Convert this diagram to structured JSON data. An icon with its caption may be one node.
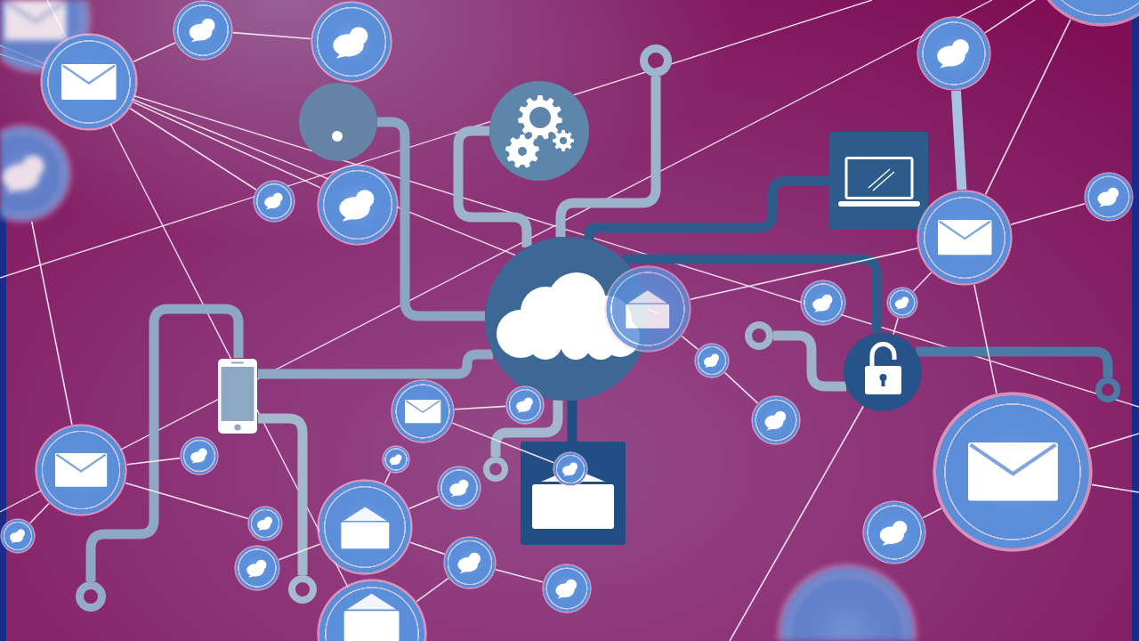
{
  "diagram": {
    "nodes": [
      {
        "text": [],
        "shape": "circle"
      },
      {
        "text": [],
        "shape": "circle"
      },
      {
        "text": [],
        "shape": "box"
      },
      {
        "text": [],
        "shape": "circle"
      },
      {
        "text": [],
        "shape": "box"
      },
      {
        "text": [],
        "shape": "phone"
      },
      {
        "text": [],
        "shape": "ring"
      },
      {
        "text": [],
        "shape": "ring"
      },
      {
        "text": [],
        "shape": "ring"
      },
      {
        "text": [],
        "shape": "ring"
      },
      {
        "text": [],
        "shape": "ring"
      },
      {
        "text": [],
        "shape": "ring"
      },
      {
        "text": [],
        "shape": "circle"
      },
      {
        "text": [],
        "shape": "circle"
      },
      {
        "text": [],
        "shape": "circle"
      },
      {
        "text": [],
        "shape": "circle"
      },
      {
        "text": [],
        "shape": "circle"
      },
      {
        "text": [],
        "shape": "circle"
      },
      {
        "text": [],
        "shape": "circle"
      },
      {
        "text": [],
        "shape": "circle"
      },
      {
        "text": [],
        "shape": "circle"
      },
      {
        "text": [],
        "shape": "circle"
      },
      {
        "text": [],
        "shape": "circle"
      },
      {
        "text": [],
        "shape": "circle"
      },
      {
        "text": [],
        "shape": "circle"
      },
      {
        "text": [],
        "shape": "circle"
      },
      {
        "text": [],
        "shape": "circle"
      },
      {
        "text": [],
        "shape": "circle"
      },
      {
        "text": [],
        "shape": "circle"
      },
      {
        "text": [],
        "shape": "circle"
      },
      {
        "text": [],
        "shape": "circle"
      },
      {
        "text": [],
        "shape": "circle"
      },
      {
        "text": [],
        "shape": "circle"
      },
      {
        "text": [],
        "shape": "circle"
      },
      {
        "text": [],
        "shape": "circle"
      },
      {
        "text": [],
        "shape": "circle"
      },
      {
        "text": [],
        "shape": "circle"
      },
      {
        "text": [],
        "shape": "circle"
      },
      {
        "text": [],
        "shape": "circle"
      },
      {
        "text": [],
        "shape": "circle"
      },
      {
        "text": [],
        "shape": "circle"
      },
      {
        "text": [],
        "shape": "circle"
      },
      {
        "text": [],
        "shape": "circle"
      },
      {
        "text": [],
        "shape": "circle"
      },
      {
        "text": [],
        "shape": "circle",
        "in": 4
      },
      {
        "text": [],
        "shape": "circle"
      }
    ],
    "edges": [
      {
        "from": 1,
        "to": 0,
        "arrow": "none",
        "style": "thick",
        "color": "#9db3ca"
      },
      {
        "from": 6,
        "to": 0,
        "arrow": "none",
        "style": "thick",
        "color": "#9db3ca"
      },
      {
        "from": 2,
        "to": 0,
        "arrow": "none",
        "style": "thick",
        "color": "#2d5b8c"
      },
      {
        "from": 0,
        "to": 3,
        "arrow": "none",
        "style": "thick",
        "color": "#2d5b8c"
      },
      {
        "from": 3,
        "to": 8,
        "arrow": "none",
        "style": "thick",
        "color": "#4d79a5"
      },
      {
        "from": 7,
        "to": 3,
        "arrow": "none",
        "style": "thick",
        "color": "#9db3ca"
      },
      {
        "from": 0,
        "to": 4,
        "arrow": "none",
        "style": "thick",
        "color": "#224e86"
      },
      {
        "from": 0,
        "to": 11,
        "arrow": "none",
        "style": "thick",
        "color": "#a3b8cd"
      },
      {
        "from": 5,
        "to": 0,
        "arrow": "none",
        "style": "thick",
        "color": "#8ea7c2"
      },
      {
        "from": 5,
        "to": 10,
        "arrow": "none",
        "style": "thick",
        "color": "#a3b8cd"
      },
      {
        "from": 5,
        "to": 9,
        "arrow": "none",
        "style": "thick",
        "color": "#8ea7c2"
      },
      {
        "from": 0,
        "to": 12,
        "arrow": "none",
        "style": "thick",
        "color": "#8aa6c2"
      },
      {
        "from": 20,
        "to": 22,
        "arrow": "none",
        "style": "thick",
        "color": "#a6c2e2"
      },
      {
        "from": 14,
        "to": 19,
        "arrow": "none"
      },
      {
        "from": 14,
        "to": 18,
        "arrow": "none"
      },
      {
        "from": 16,
        "to": 17,
        "arrow": "none"
      },
      {
        "from": 16,
        "to": 14,
        "arrow": "none"
      },
      {
        "from": 32,
        "to": 33,
        "arrow": "none"
      },
      {
        "from": 32,
        "to": 34,
        "arrow": "none"
      },
      {
        "from": 32,
        "to": 36,
        "arrow": "none"
      },
      {
        "from": 37,
        "to": 35,
        "arrow": "none"
      },
      {
        "from": 35,
        "to": 30,
        "arrow": "none"
      },
      {
        "from": 35,
        "to": 31,
        "arrow": "none"
      },
      {
        "from": 29,
        "to": 28,
        "arrow": "none"
      },
      {
        "from": 29,
        "to": 44,
        "arrow": "none"
      },
      {
        "from": 38,
        "to": 39,
        "arrow": "none"
      },
      {
        "from": 35,
        "to": 38,
        "arrow": "none"
      },
      {
        "from": 40,
        "to": 38,
        "arrow": "none"
      },
      {
        "from": 25,
        "to": 26,
        "arrow": "none"
      },
      {
        "from": 26,
        "to": 27,
        "arrow": "none"
      },
      {
        "from": 25,
        "to": 22,
        "arrow": "none"
      },
      {
        "from": 22,
        "to": 21,
        "arrow": "none"
      },
      {
        "from": 22,
        "to": 41,
        "arrow": "none"
      },
      {
        "from": 41,
        "to": 42,
        "arrow": "none"
      },
      {
        "from": 15,
        "to": 32,
        "arrow": "none"
      },
      {
        "from": 45,
        "to": 22,
        "arrow": "none"
      },
      {
        "from": 22,
        "to": 23,
        "arrow": "none"
      },
      {
        "from": 23,
        "to": 3,
        "arrow": "none"
      },
      {
        "from": 3,
        "to": null,
        "arrow": "none"
      },
      {
        "from": 41,
        "to": null,
        "arrow": "none"
      },
      {
        "from": 41,
        "to": null,
        "arrow": "none"
      },
      {
        "from": 20,
        "to": 45,
        "arrow": "none"
      }
    ]
  }
}
